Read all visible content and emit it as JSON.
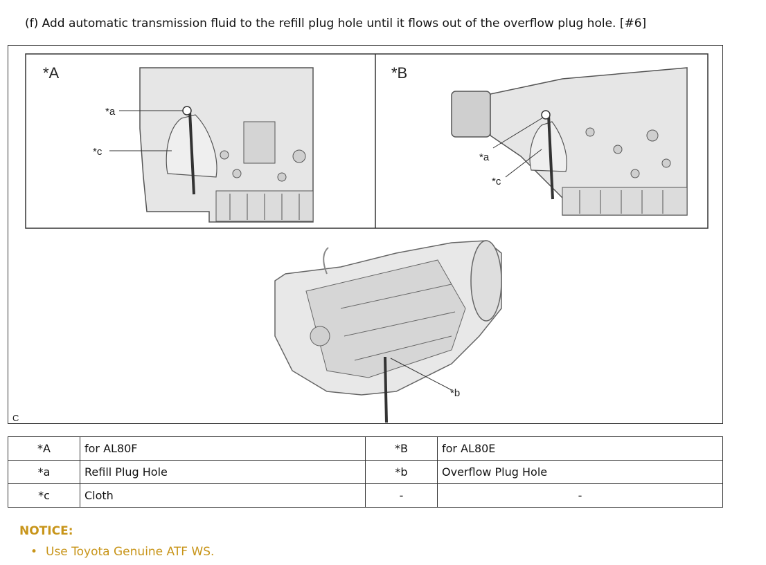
{
  "step": {
    "text": "(f) Add automatic transmission fluid to the refill plug hole until it flows out of the overflow plug hole. [#6]"
  },
  "figure": {
    "panel_a_label": "*A",
    "panel_b_label": "*B",
    "callout_a_1": "*a",
    "callout_c_1": "*c",
    "callout_a_2": "*a",
    "callout_c_2": "*c",
    "callout_b": "*b",
    "corner_mark": "C"
  },
  "legend": {
    "rows": [
      {
        "code1": "*A",
        "desc1": "for AL80F",
        "code2": "*B",
        "desc2": "for AL80E"
      },
      {
        "code1": "*a",
        "desc1": "Refill Plug Hole",
        "code2": "*b",
        "desc2": "Overflow Plug Hole"
      },
      {
        "code1": "*c",
        "desc1": "Cloth",
        "code2": "-",
        "desc2": "-"
      }
    ]
  },
  "notice": {
    "title": "NOTICE:",
    "items": [
      "Use Toyota Genuine ATF WS."
    ]
  },
  "colors": {
    "notice": "#c8951a",
    "border": "#333333"
  }
}
